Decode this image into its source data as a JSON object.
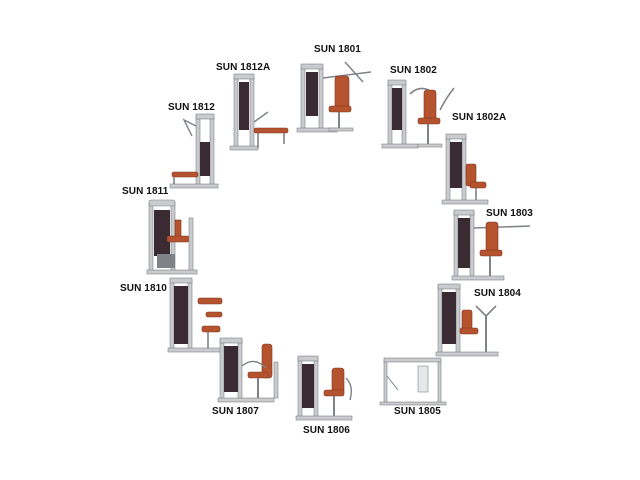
{
  "catalog": {
    "labels": {
      "sun_1801": "SUN 1801",
      "sun_1802": "SUN 1802",
      "sun_1802a": "SUN 1802A",
      "sun_1803": "SUN 1803",
      "sun_1804": "SUN 1804",
      "sun_1805": "SUN 1805",
      "sun_1806": "SUN 1806",
      "sun_1807": "SUN 1807",
      "sun_1810": "SUN 1810",
      "sun_1811": "SUN 1811",
      "sun_1812": "SUN 1812",
      "sun_1812a": "SUN 1812A"
    }
  },
  "colors": {
    "frame": "#c9cbce",
    "frame_dark": "#7f8388",
    "weight_stack": "#3a2b33",
    "upholstery": "#b5532f",
    "upholstery_dark": "#7e3420",
    "label": "#111111",
    "background": "#ffffff"
  }
}
